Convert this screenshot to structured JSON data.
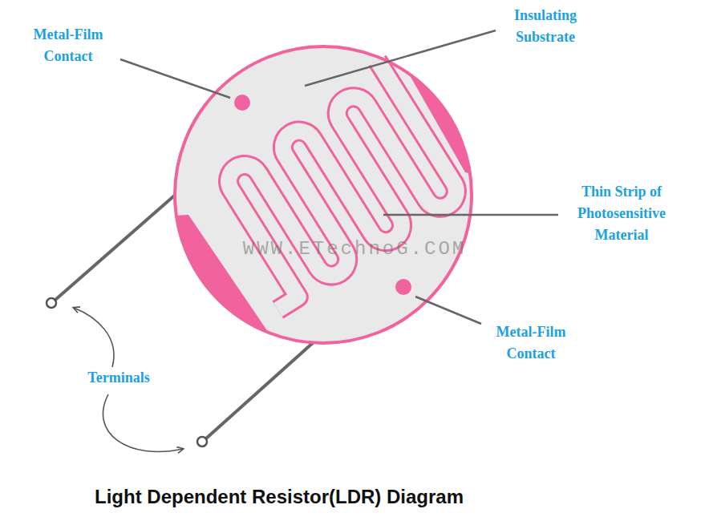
{
  "diagram": {
    "caption": "Light Dependent Resistor(LDR) Diagram",
    "labels": [
      "Metal-Film Contact",
      "Insulating Substrate",
      "Thin Strip of Photosensitive Material",
      "Metal-Film Contact",
      "Terminals",
      "WWW.ETechnoG.COM"
    ]
  }
}
